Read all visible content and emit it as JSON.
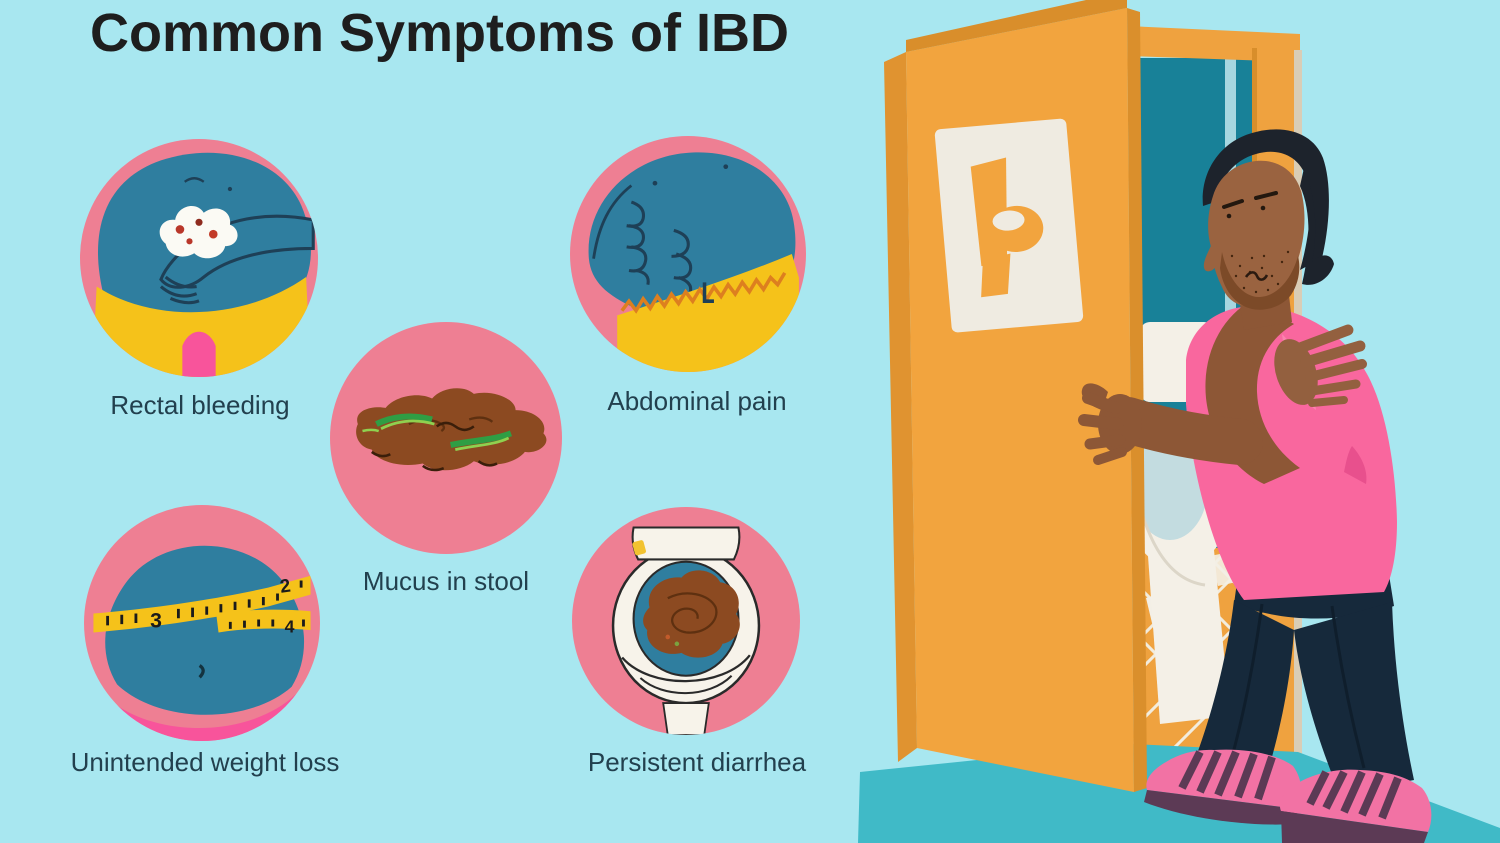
{
  "title": "Common Symptoms of IBD",
  "symptoms": [
    {
      "label": "Rectal bleeding",
      "icon": "rectal-bleeding-illustration"
    },
    {
      "label": "Abdominal pain",
      "icon": "abdominal-pain-illustration"
    },
    {
      "label": "Mucus in stool",
      "icon": "mucus-in-stool-illustration"
    },
    {
      "label": "Unintended weight loss",
      "icon": "measuring-tape-illustration",
      "tape_numbers": [
        "3",
        "2",
        "4"
      ]
    },
    {
      "label": "Persistent diarrhea",
      "icon": "toilet-bowl-illustration"
    }
  ],
  "scene": {
    "door_sign_icon": "toilet-icon",
    "figure": "man-clutching-stomach-at-bathroom-door"
  },
  "colors": {
    "background": "#A8E7F0",
    "title_text": "#1E1E1E",
    "label_text": "#22404E",
    "circle_pink": "#EE7F93",
    "accent_hot_pink": "#F8549B",
    "body_teal": "#2F7E9F",
    "clothing_yellow": "#F5C21A",
    "stool_brown": "#8C4A21",
    "mucus_green": "#2F9E44",
    "door_orange": "#F2A43E",
    "bathroom_wall_teal": "#188198",
    "floor_teal": "#40BAC7",
    "shirt_pink": "#F9679E",
    "pants_navy": "#16293B",
    "shoe_pink": "#F272A4",
    "skin_brown": "#8D5736"
  }
}
